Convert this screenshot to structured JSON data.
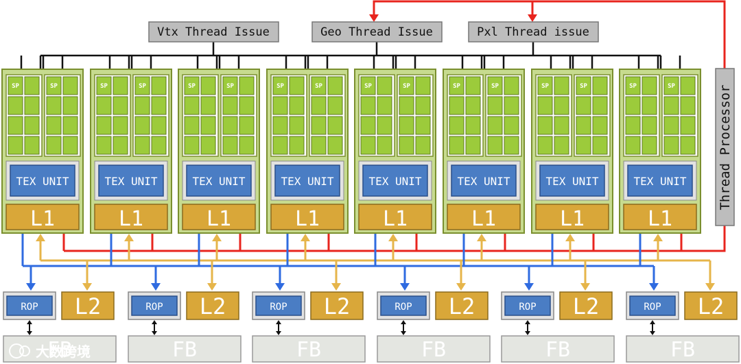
{
  "issue_units": [
    {
      "label": "Vtx Thread Issue"
    },
    {
      "label": "Geo Thread Issue"
    },
    {
      "label": "Pxl Thread issue"
    }
  ],
  "thread_processor": {
    "label": "Thread Processor"
  },
  "cluster": {
    "sp_label": "SP",
    "tex_label": "TEX UNIT",
    "l1_label": "L1"
  },
  "partition": {
    "rop_label": "ROP",
    "l2_label": "L2",
    "fb_label": "FB"
  },
  "watermark": {
    "text": "大数跨境"
  },
  "colors": {
    "sp_green": "#9CCB3B",
    "cluster_bg": "#C7DB8F",
    "tex_blue": "#4A7DC4",
    "cache_gold": "#D9A739",
    "control_red": "#E8251E",
    "data_blue": "#2F6BE0",
    "data_gold": "#E6B54A",
    "gray_box": "#BDBDBD"
  }
}
